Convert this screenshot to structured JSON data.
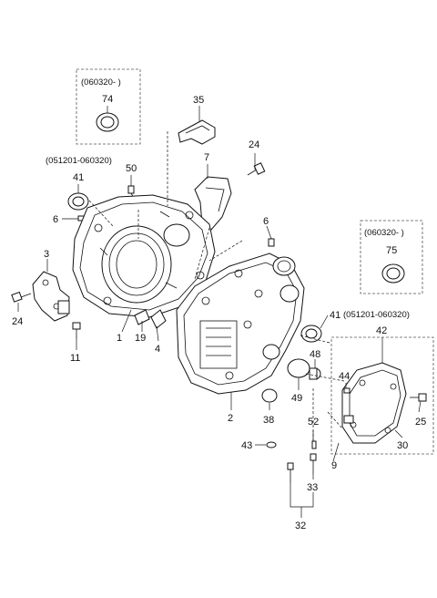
{
  "callouts": {
    "c74": "74",
    "c74_date": "(060320- )",
    "c75": "75",
    "c75_date": "(060320- )",
    "c41a": "41",
    "c41a_date": "(051201-060320)",
    "c41b": "41",
    "c41b_date": "(051201-060320)",
    "c35": "35",
    "c24a": "24",
    "c50": "50",
    "c7": "7",
    "c6a": "6",
    "c6b": "6",
    "c3": "3",
    "c24b": "24",
    "c11": "11",
    "c1": "1",
    "c19": "19",
    "c4": "4",
    "c2": "2",
    "c48": "48",
    "c42": "42",
    "c44": "44",
    "c49": "49",
    "c38": "38",
    "c25": "25",
    "c52": "52",
    "c43": "43",
    "c30": "30",
    "c9": "9",
    "c33": "33",
    "c32": "32"
  }
}
